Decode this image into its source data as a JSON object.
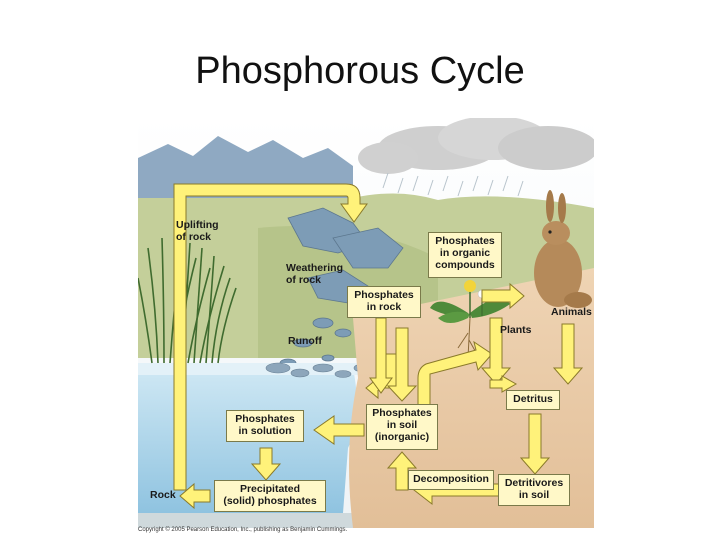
{
  "title": "Phosphorous Cycle",
  "labels": {
    "uplifting": "Uplifting\nof rock",
    "weathering": "Weathering\nof rock",
    "runoff": "Runoff",
    "animals": "Animals",
    "plants": "Plants",
    "rock": "Rock",
    "decomposition": "Decomposition"
  },
  "boxes": {
    "organic": "Phosphates\nin organic\ncompounds",
    "in_rock": "Phosphates\nin rock",
    "in_solution": "Phosphates\nin solution",
    "in_soil": "Phosphates\nin soil\n(inorganic)",
    "detritus": "Detritus",
    "detritivores": "Detritivores\nin soil",
    "precipitated": "Precipitated\n(solid) phosphates"
  },
  "copyright": "Copyright © 2005 Pearson Education, Inc., publishing as Benjamin Cummings.",
  "colors": {
    "arrow_fill": "#fff27a",
    "arrow_stroke": "#8a7a2a",
    "water": "#9fd0ea",
    "soil": "#e8c9a6"
  }
}
